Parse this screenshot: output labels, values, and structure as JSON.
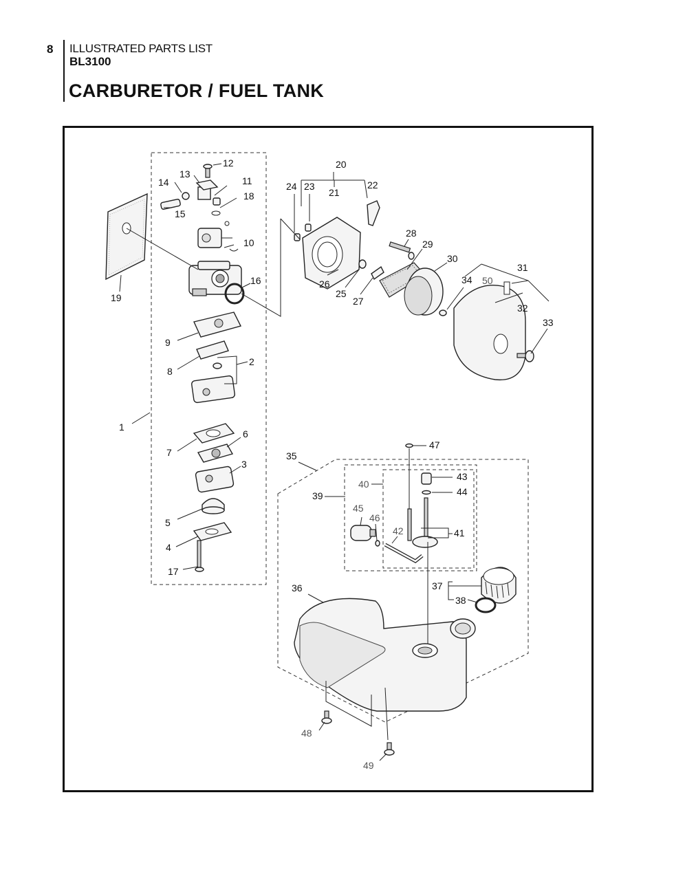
{
  "header": {
    "page_number": "8",
    "document_title": "ILLUSTRATED PARTS LIST",
    "model": "BL3100",
    "section_title": "CARBURETOR / FUEL TANK"
  },
  "callouts": {
    "n1": "1",
    "n2": "2",
    "n3": "3",
    "n4": "4",
    "n5": "5",
    "n6": "6",
    "n7": "7",
    "n8": "8",
    "n9": "9",
    "n10": "10",
    "n11": "11",
    "n12": "12",
    "n13": "13",
    "n14": "14",
    "n15": "15",
    "n16": "16",
    "n17": "17",
    "n18": "18",
    "n19": "19",
    "n20": "20",
    "n21": "21",
    "n22": "22",
    "n23": "23",
    "n24": "24",
    "n25": "25",
    "n26": "26",
    "n27": "27",
    "n28": "28",
    "n29": "29",
    "n30": "30",
    "n31": "31",
    "n32": "32",
    "n33": "33",
    "n34": "34",
    "n35": "35",
    "n36": "36",
    "n37": "37",
    "n38": "38",
    "n39": "39",
    "n40": "40",
    "n41": "41",
    "n42": "42",
    "n43": "43",
    "n44": "44",
    "n45": "45",
    "n46": "46",
    "n47": "47",
    "n48": "48",
    "n49": "49",
    "n50": "50"
  }
}
